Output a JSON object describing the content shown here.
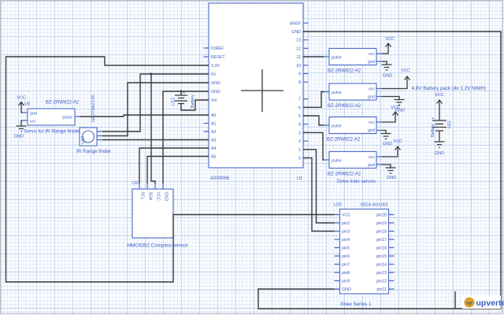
{
  "schematic": {
    "net_labels": {
      "vcc": "VCC",
      "gnd": "GND"
    },
    "arduino": {
      "ref": "U1",
      "part": "A000066",
      "left_pins": [
        "IOREF",
        "RESET",
        "3.3V",
        "5V",
        "GND",
        "GND",
        "Vin",
        "A0",
        "A1",
        "A2",
        "A3",
        "A4",
        "A5"
      ],
      "right_pins": [
        "AREF",
        "GND",
        "13",
        "12",
        "11",
        "10",
        "9",
        "8",
        "7",
        "6",
        "5",
        "4",
        "3",
        "2",
        "1",
        "0"
      ]
    },
    "drive_servos": {
      "part": "BZ-2RW822-A2",
      "caption": "Drive train servos",
      "pin_pulse": "pulse",
      "pin_vcc": "vcc",
      "pin_gnd": "gnd"
    },
    "pan_servo": {
      "ref": "U8",
      "part": "BZ-2RW822-A2",
      "caption": "Servo for IR Range finder",
      "pin_pulse": "pulse",
      "pin_vcc": "vcc",
      "pin_gnd": "gnd"
    },
    "ir_sensor": {
      "ref": "U10",
      "part": "GP2Y0A21YK",
      "caption": "IR Range finder"
    },
    "compass": {
      "ref": "U9",
      "caption": "HMC6352 Compass sensor",
      "pins": [
        "SCL",
        "SDA",
        "VCC",
        "GND"
      ]
    },
    "xbee": {
      "ref": "U25",
      "part": "XB24-AUI-001",
      "caption": "Xbee Series 1",
      "left_pins": [
        "VCC",
        "pin2",
        "pin3",
        "pin4",
        "pin5",
        "pin6",
        "pin7",
        "pin8",
        "pin9",
        "GND"
      ],
      "right_pins": [
        "pin20",
        "pin19",
        "pin18",
        "pin17",
        "pin16",
        "pin15",
        "pin14",
        "pin13",
        "pin12",
        "pin11"
      ]
    },
    "battery_pack": {
      "ref": "U11",
      "label": "Battery",
      "plus": "+",
      "caption": "4.8V Battery pack (4x 1.2V NiMH)"
    },
    "vin_battery": {
      "ref": "U12",
      "label": "Battery",
      "plus": "+"
    },
    "colors": {
      "component": "#4a6bc5",
      "text": "#3a5cc5",
      "wire": "#3a3a3a",
      "logo_gold": "#e2a21f"
    }
  },
  "branding": {
    "logo_text": "upverter",
    "logo_monogram": "up"
  }
}
